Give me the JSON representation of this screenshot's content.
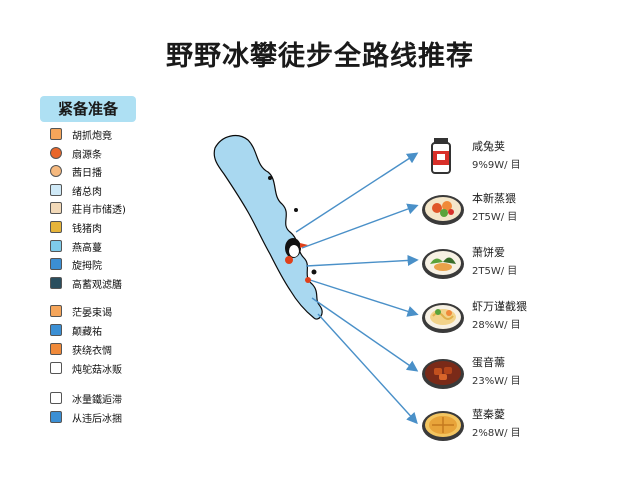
{
  "title": "野野冰攀徒步全路线推荐",
  "prep": {
    "header": "紧备准备",
    "items": [
      {
        "label": "胡抓炮竟",
        "color": "#f5a55a",
        "shape": "square"
      },
      {
        "label": "扇源条",
        "color": "#e9662a",
        "shape": "round"
      },
      {
        "label": "茜日播",
        "color": "#f6b97e",
        "shape": "round"
      },
      {
        "label": "绪总肉",
        "color": "#cfe9f7",
        "shape": "square"
      },
      {
        "label": "莊肖市储透)",
        "color": "#f2d9b8",
        "shape": "square"
      },
      {
        "label": "钱猪肉",
        "color": "#e6b43a",
        "shape": "square"
      },
      {
        "label": "燕高蔓",
        "color": "#7ecbea",
        "shape": "square"
      },
      {
        "label": "旋拇院",
        "color": "#3b8fd4",
        "shape": "square"
      },
      {
        "label": "高蓄观滤膳",
        "color": "#2a4e5e",
        "shape": "square"
      },
      {
        "label": "茫晏束谒",
        "color": "#f5a55a",
        "shape": "square"
      },
      {
        "label": "颠藏祐",
        "color": "#3b8fd4",
        "shape": "square"
      },
      {
        "label": "获绕衣惆",
        "color": "#f08a3a",
        "shape": "square"
      },
      {
        "label": "炖鸵菇冰贩",
        "color": "#ffffff",
        "shape": "square"
      },
      {
        "label": "冰量鐵逅滞",
        "color": "#ffffff",
        "shape": "square"
      },
      {
        "label": "从违后冰捆",
        "color": "#3b8fd4",
        "shape": "square"
      }
    ]
  },
  "foods": [
    {
      "name": "咸兔荚",
      "amount": "9%9W/ 目",
      "icon": "bottle-icon"
    },
    {
      "name": "本新蒸猥",
      "amount": "2T5W/ 目",
      "icon": "stew-bowl-icon"
    },
    {
      "name": "萧饼爱",
      "amount": "2T5W/ 目",
      "icon": "salad-plate-icon"
    },
    {
      "name": "虾万谨截猥",
      "amount": "28%W/ 目",
      "icon": "noodle-plate-icon"
    },
    {
      "name": "蛋音薷",
      "amount": "23%W/ 目",
      "icon": "braised-pork-icon"
    },
    {
      "name": "莖秦薆",
      "amount": "2%8W/ 目",
      "icon": "pancake-plate-icon"
    }
  ],
  "colors": {
    "region": "#a9d8f0",
    "region_outline": "#0a0a0a",
    "arrow": "#4a90c8",
    "header_bg": "#aee0f3"
  }
}
